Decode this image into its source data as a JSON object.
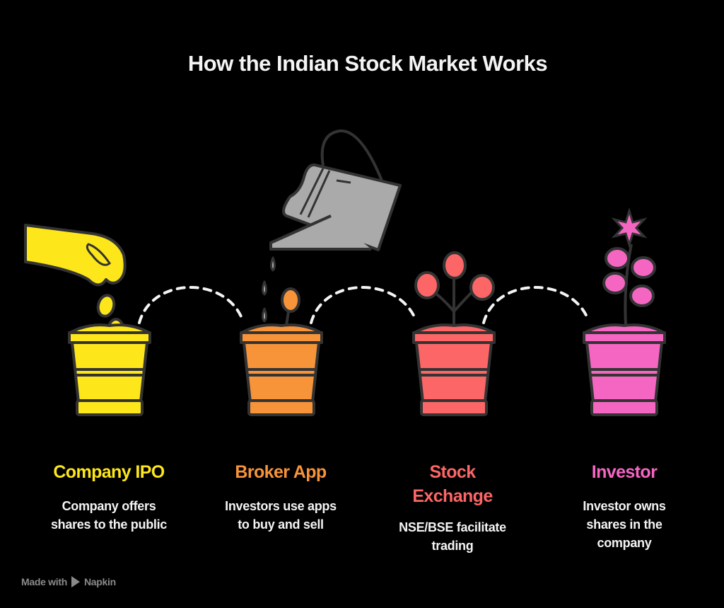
{
  "title": "How the Indian Stock Market Works",
  "steps": [
    {
      "label": "Company IPO",
      "desc_lines": [
        "Company offers",
        "shares to the public"
      ],
      "color": "#fde61a",
      "icon": "hand-dropping-seeds-pot-icon"
    },
    {
      "label": "Broker App",
      "desc_lines": [
        "Investors use apps",
        "to buy and sell"
      ],
      "color": "#f7943a",
      "icon": "watering-can-sprout-pot-icon"
    },
    {
      "label_lines": [
        "Stock",
        "Exchange"
      ],
      "desc_lines": [
        "NSE/BSE facilitate",
        "trading"
      ],
      "color": "#fd6666",
      "icon": "growing-plant-pot-icon"
    },
    {
      "label": "Investor",
      "desc_lines": [
        "Investor owns",
        "shares in the",
        "company"
      ],
      "color": "#f566c3",
      "icon": "flowering-plant-pot-icon"
    }
  ],
  "colors": {
    "background": "#000000",
    "outline": "#333333",
    "can": "#aaaaaa",
    "text": "#f4f4f4"
  },
  "footer": {
    "made_with": "Made with",
    "brand": "Napkin"
  }
}
